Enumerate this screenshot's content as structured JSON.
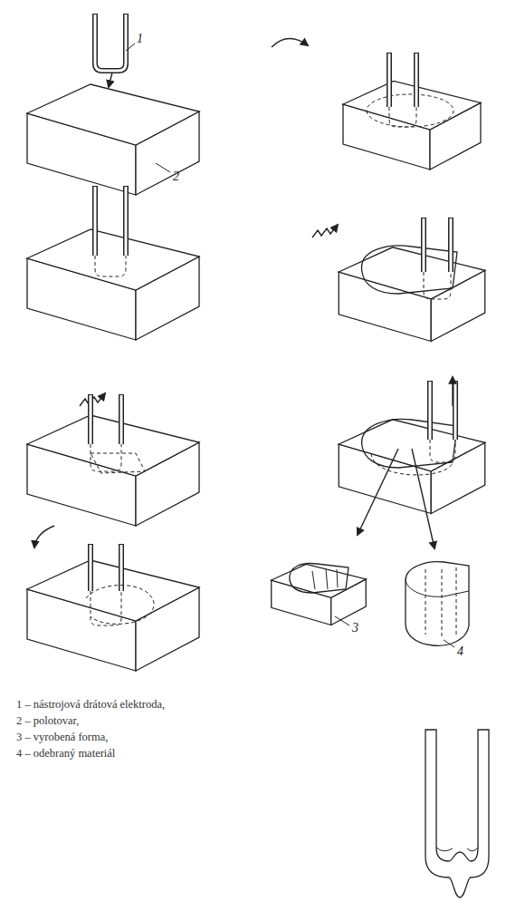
{
  "diagram": {
    "labels": [
      "1",
      "2",
      "3",
      "4"
    ],
    "legend": [
      {
        "text": "1 – nástrojová drátová elektroda,"
      },
      {
        "text": "2 – polotovar,"
      },
      {
        "text": "3 – vyrobená forma,"
      },
      {
        "text": "4 – odebraný materiál"
      }
    ]
  }
}
